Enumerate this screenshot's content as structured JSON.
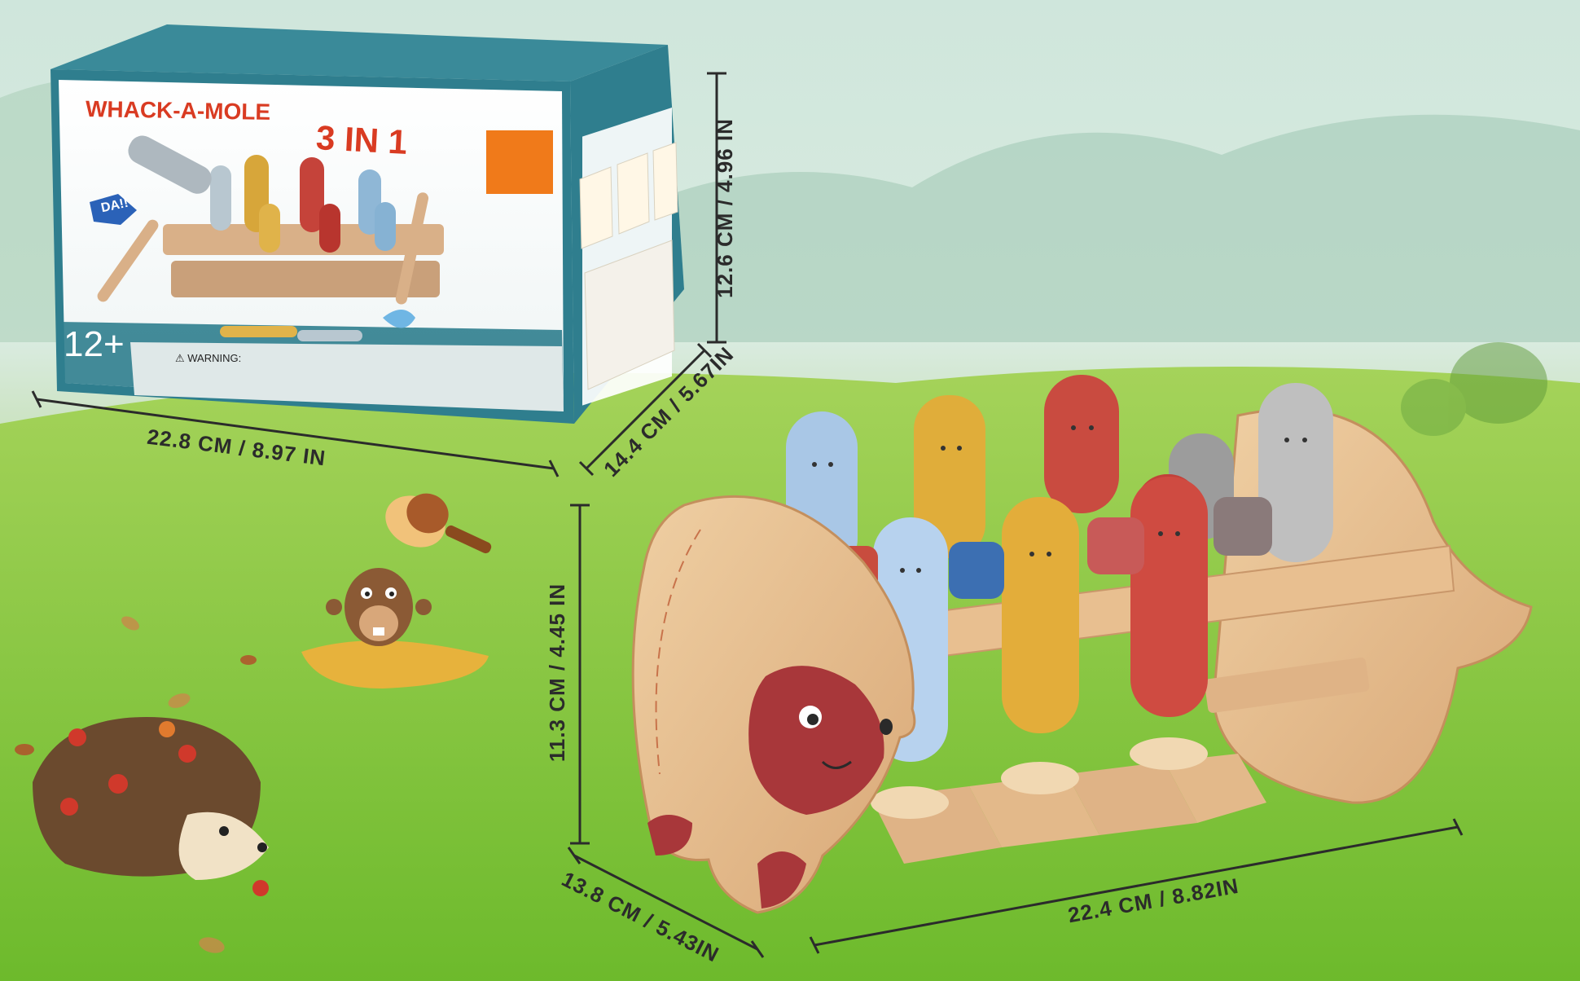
{
  "box": {
    "title": "WHACK-A-MOLE",
    "title_suffix": "3 IN 1",
    "age": "12+",
    "burst": "DA!!",
    "warning": "⚠ WARNING:"
  },
  "dimensions": {
    "box_height": "12.6 CM / 4.96 IN",
    "box_width": "22.8 CM / 8.97 IN",
    "box_depth": "14.4 CM / 5.67IN",
    "toy_height": "11.3 CM / 4.45 IN",
    "toy_depth": "13.8 CM / 5.43IN",
    "toy_width": "22.4 CM / 8.82IN"
  },
  "colors": {
    "box_teal": "#2f7e8e",
    "title_red": "#d93b22",
    "orange_tab": "#f07a1a",
    "wood": "#e3b98a",
    "grass": "#7cc43a"
  }
}
